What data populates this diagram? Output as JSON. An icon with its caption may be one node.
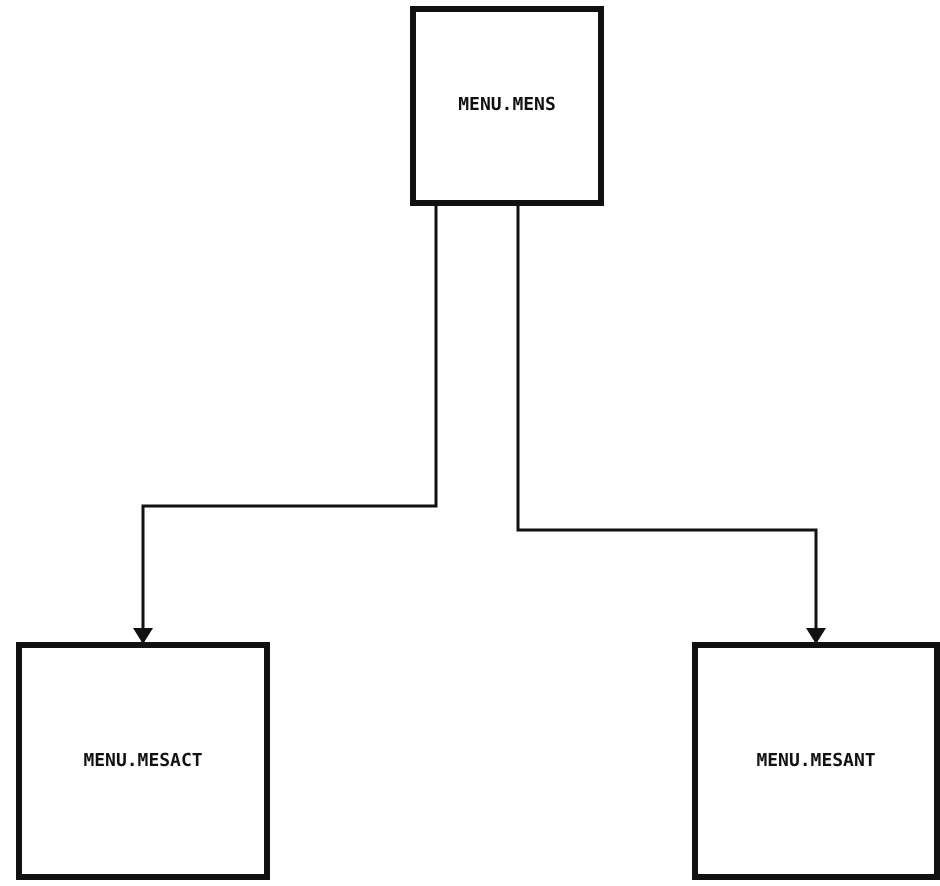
{
  "diagram": {
    "nodes": [
      {
        "text": [
          "MENU.MENS"
        ]
      },
      {
        "text": [
          "MENU.MESACT"
        ]
      },
      {
        "text": [
          "MENU.MESANT"
        ]
      }
    ],
    "edges": [
      {
        "from": 0,
        "to": 1,
        "arrow": "to"
      },
      {
        "from": 0,
        "to": 2,
        "arrow": "to"
      }
    ]
  }
}
